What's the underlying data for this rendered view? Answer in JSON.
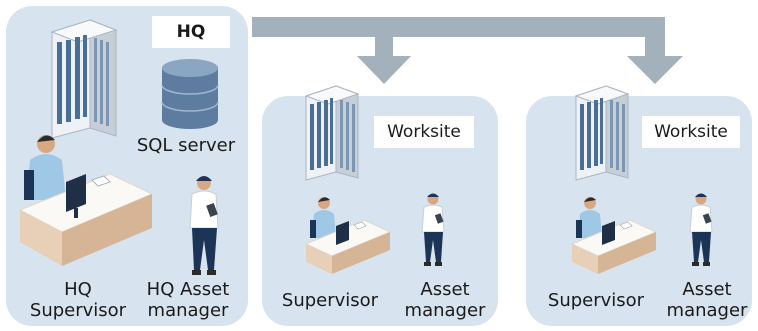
{
  "hq": {
    "label": "HQ",
    "sql_label": "SQL server",
    "supervisor_label": "HQ\nSupervisor",
    "asset_manager_label": "HQ Asset\nmanager"
  },
  "worksites": [
    {
      "label": "Worksite",
      "supervisor_label": "Supervisor",
      "asset_manager_label": "Asset\nmanager"
    },
    {
      "label": "Worksite",
      "supervisor_label": "Supervisor",
      "asset_manager_label": "Asset\nmanager"
    }
  ],
  "colors": {
    "panel": "#d7e3ee",
    "connector": "#a3b1bc",
    "desk_top": "#fbf9f5",
    "desk_front": "#d6b596",
    "building_window": "#4a6f96",
    "database": "#5e7ca0",
    "shirt_supervisor": "#9fc7e6",
    "pants": "#1c3556"
  },
  "icons": [
    "office-building-icon",
    "sql-database-icon",
    "supervisor-desk-icon",
    "asset-manager-icon",
    "arrow-down-icon"
  ]
}
